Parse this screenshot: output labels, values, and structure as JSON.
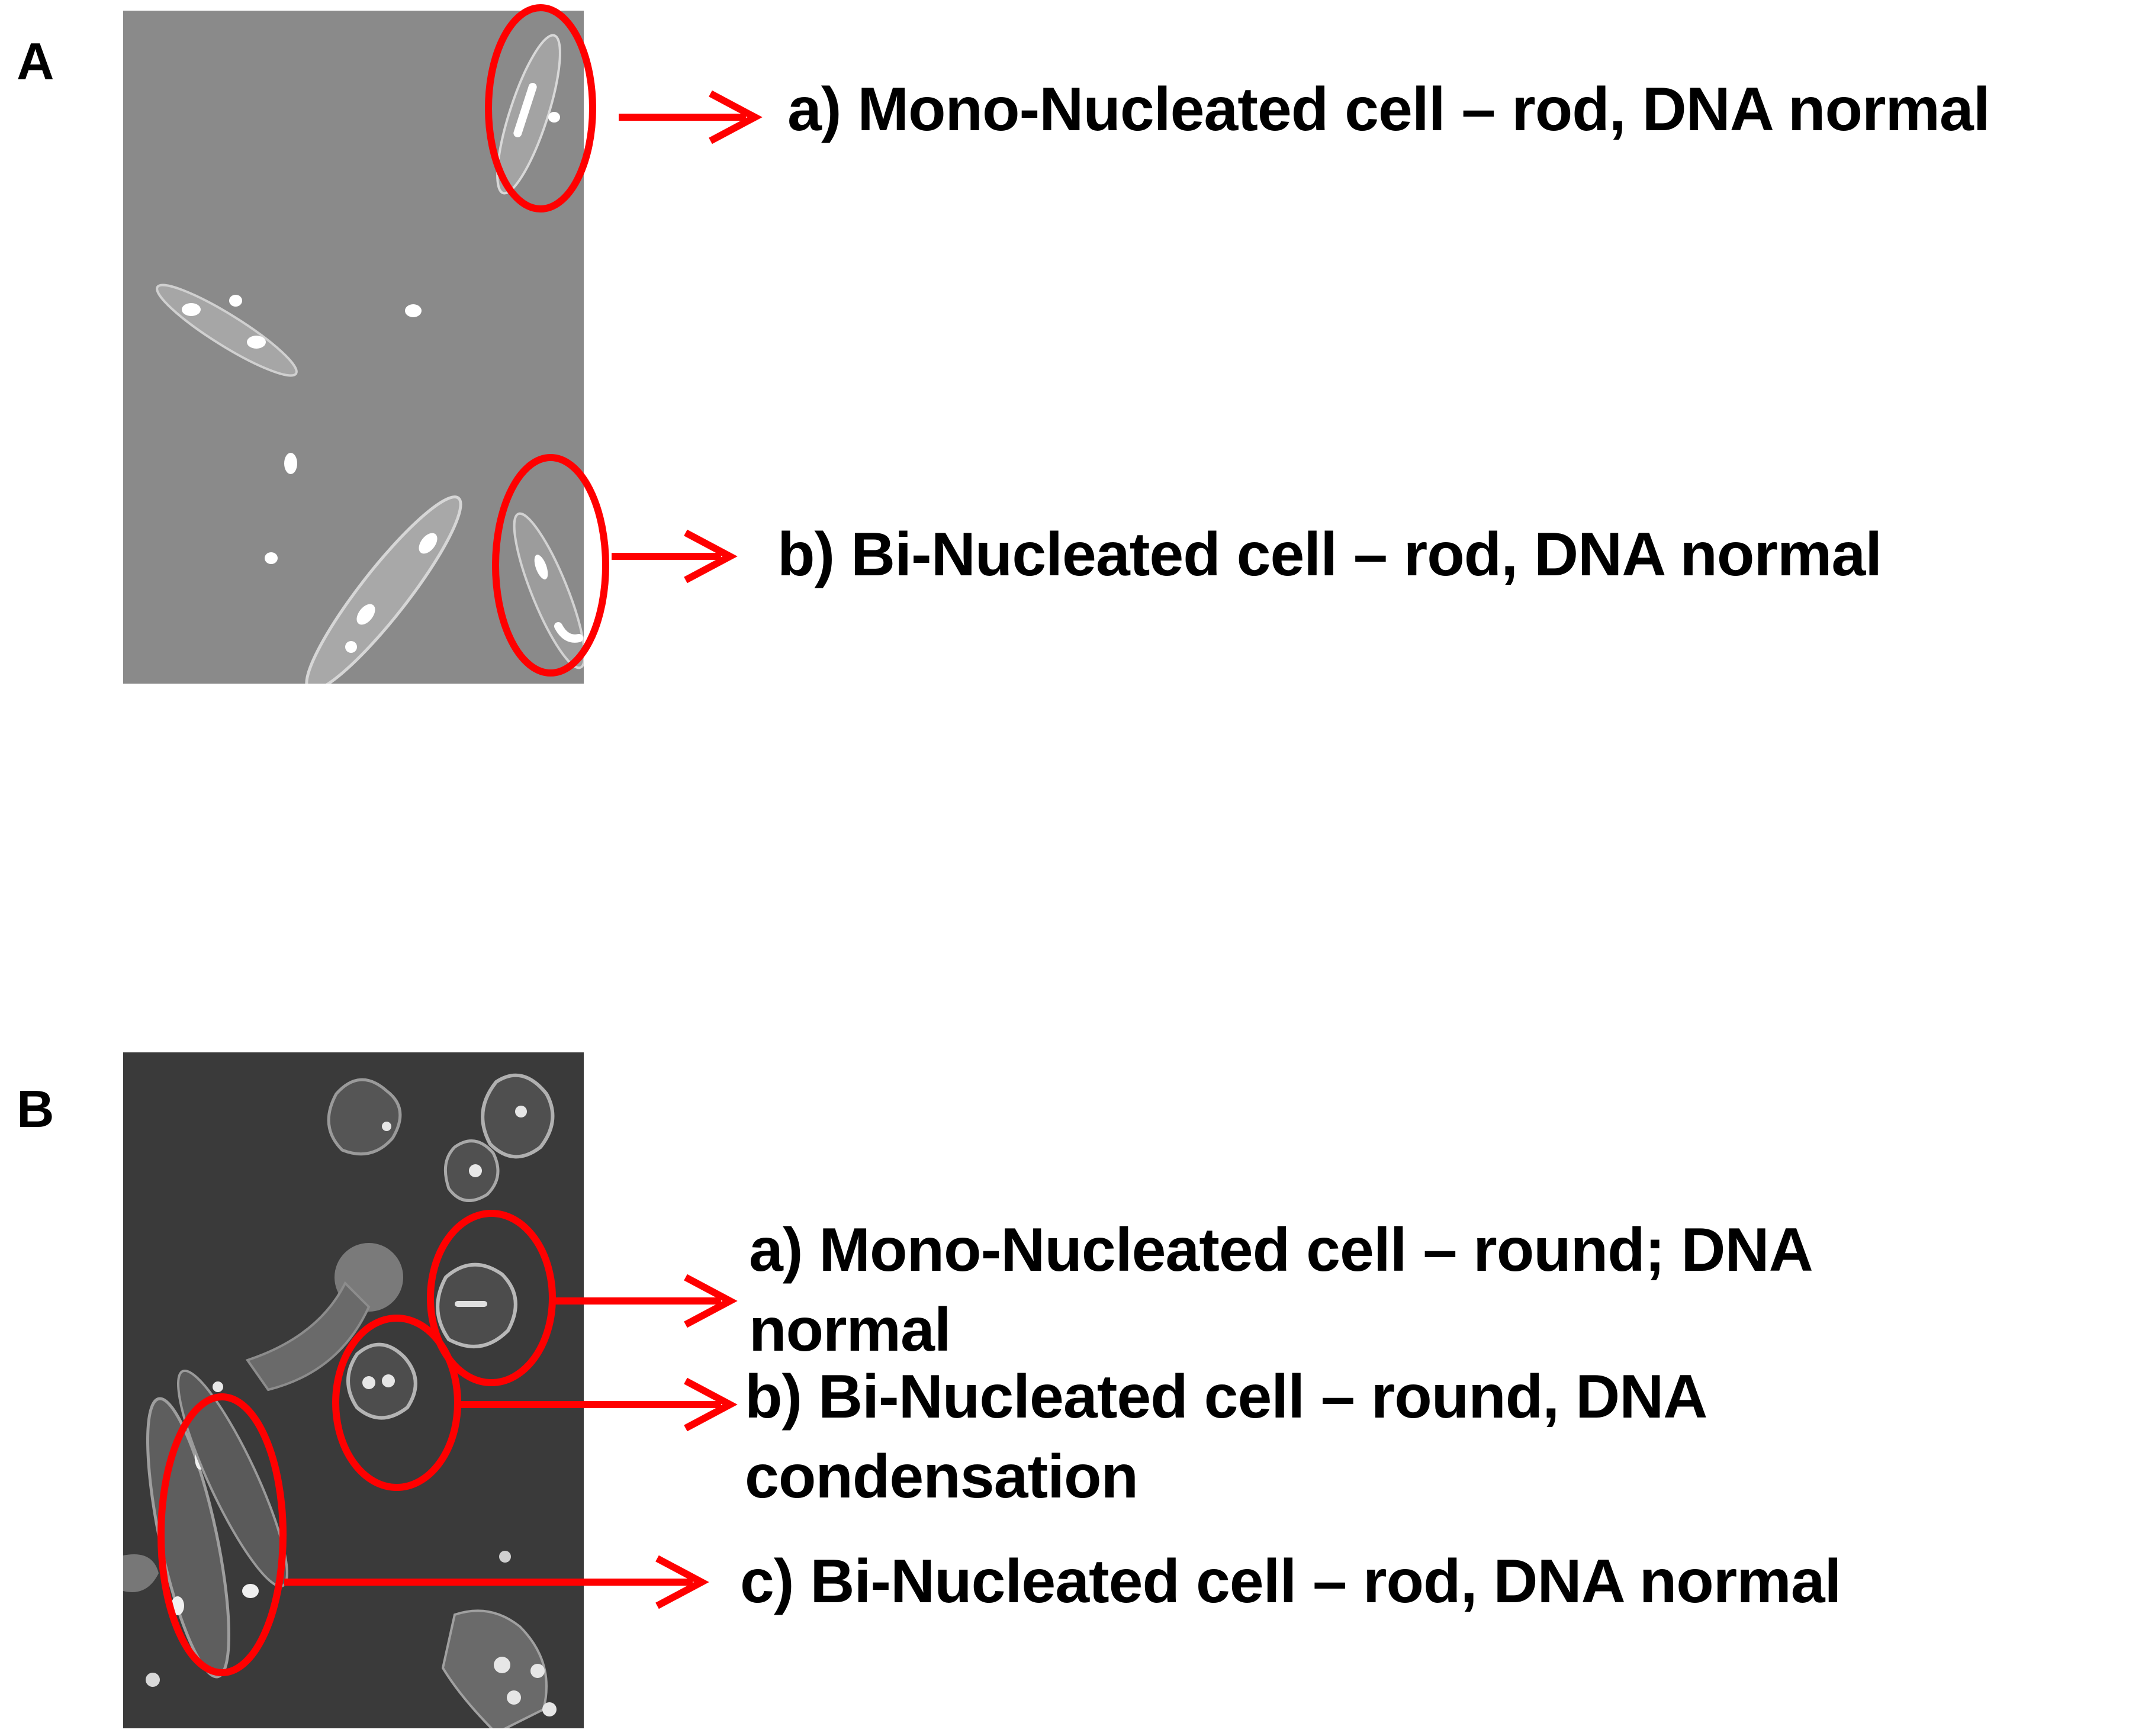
{
  "figure": {
    "panels": [
      {
        "letter": "A",
        "labels": [
          "a) Mono-Nucleated cell – rod, DNA normal",
          "b) Bi-Nucleated cell – rod, DNA normal"
        ]
      },
      {
        "letter": "B",
        "labels": [
          "a) Mono-Nucleated cell – round; DNA normal",
          "b) Bi-Nucleated cell – round, DNA condensation",
          "c) Bi-Nucleated cell – rod, DNA normal"
        ]
      }
    ],
    "colors": {
      "annotation": "#ff0000",
      "panel_a_background": "#8a8a8a",
      "panel_b_background": "#3a3a3a",
      "nucleus": "#ffffff"
    }
  }
}
